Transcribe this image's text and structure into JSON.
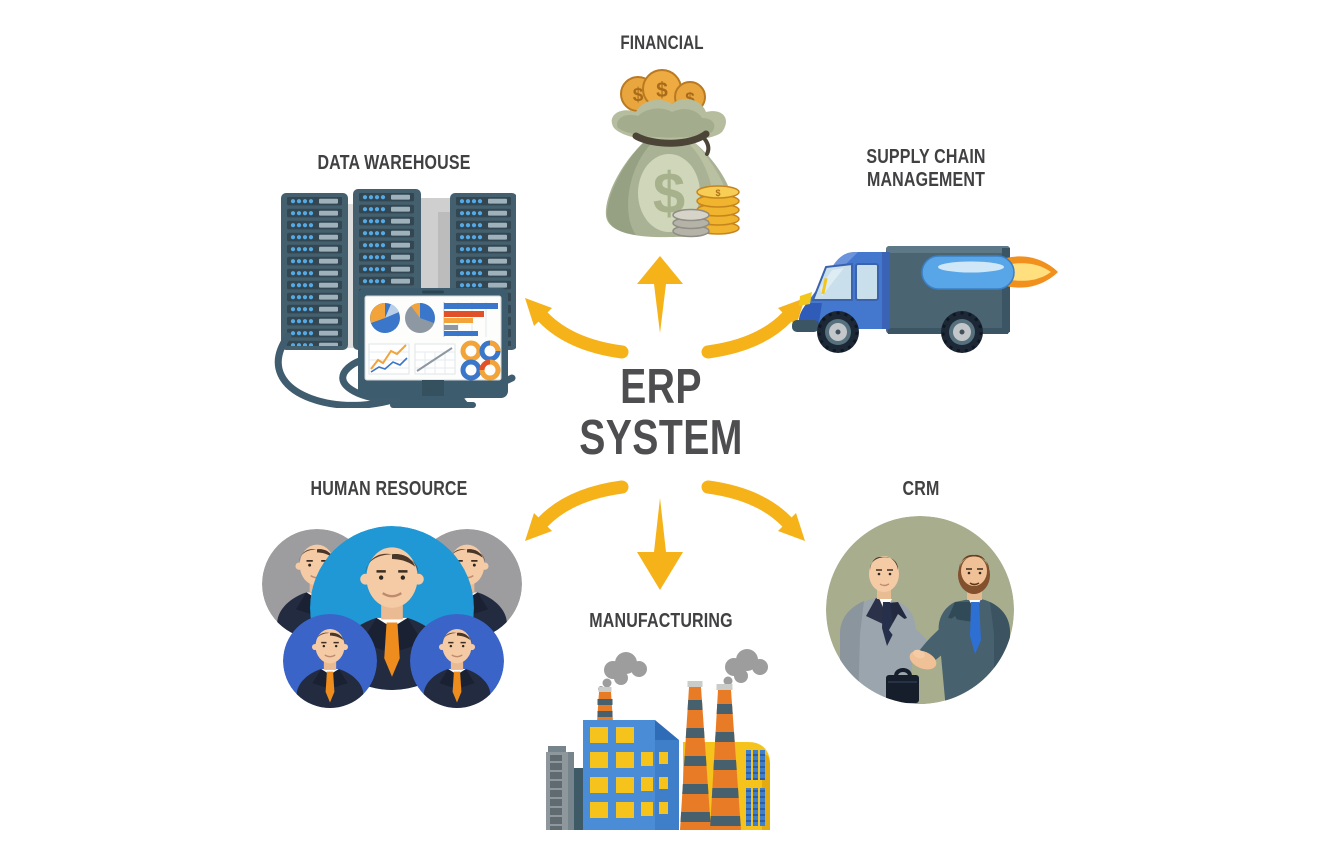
{
  "diagram": {
    "center": {
      "title_line1": "ERP",
      "title_line2": "SYSTEM",
      "arrow_count": 6,
      "arrow_directions": [
        "up",
        "down",
        "upper-left",
        "upper-right",
        "lower-left",
        "lower-right"
      ]
    },
    "modules": [
      {
        "id": "financial",
        "label": "FINANCIAL",
        "icon": "money-bag-icon",
        "position": "top"
      },
      {
        "id": "data-warehouse",
        "label": "DATA WAREHOUSE",
        "icon": "server-racks-monitor-icon",
        "position": "top-left"
      },
      {
        "id": "supply-chain-management",
        "label": "SUPPLY CHAIN\nMANAGEMENT",
        "icon": "delivery-truck-icon",
        "position": "top-right"
      },
      {
        "id": "human-resource",
        "label": "HUMAN RESOURCE",
        "icon": "team-avatars-icon",
        "position": "bottom-left"
      },
      {
        "id": "crm",
        "label": "CRM",
        "icon": "handshake-circle-icon",
        "position": "bottom-right"
      },
      {
        "id": "manufacturing",
        "label": "MANUFACTURING",
        "icon": "factory-icon",
        "position": "bottom"
      }
    ],
    "colors": {
      "background": "#ffffff",
      "label_text": "#414042",
      "title_text": "#4e4e50",
      "arrow": "#f5b219",
      "money_bag": "#a9b294",
      "server_rack": "#44606e",
      "truck_cab": "#4478cf",
      "truck_box": "#4a6472",
      "hr_center_circle": "#2098d5",
      "hr_side_circle": "#9d9da0",
      "hr_small_circle": "#3a64c8",
      "crm_circle": "#a8ad8d",
      "factory_blue": "#4a8cd6",
      "factory_yellow": "#f6c31c",
      "smokestack_orange": "#e87c26"
    }
  }
}
